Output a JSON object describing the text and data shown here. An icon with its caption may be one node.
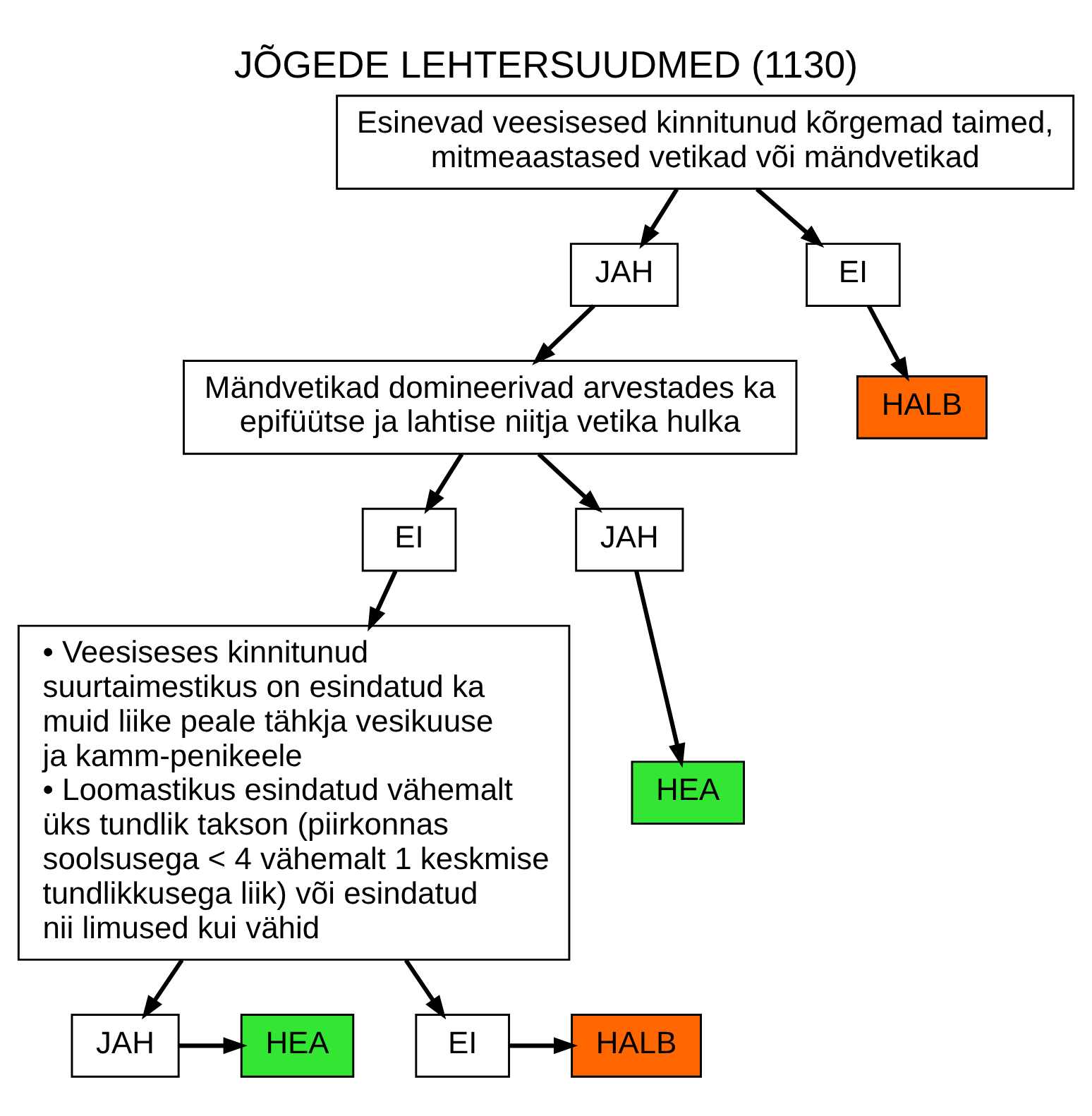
{
  "diagram": {
    "title": "JÕGEDE LEHTERSUUDMED (1130)",
    "nodes": [
      {
        "text": [
          "Esinevad veesisesed kinnitunud kõrgemad taimed, mitmeaastased vetikad või mändvetikad"
        ]
      },
      {
        "text": [
          "JAH"
        ]
      },
      {
        "text": [
          "EI"
        ]
      },
      {
        "text": [
          "Mändvetikad domineerivad arvestades ka epifüütse ja lahtise niitja vetika hulka"
        ]
      },
      {
        "text": [
          "HALB"
        ]
      },
      {
        "text": [
          "EI"
        ]
      },
      {
        "text": [
          "JAH"
        ]
      },
      {
        "text": [
          "HEA"
        ]
      },
      {
        "text": [
          "• Veesiseses kinnitunud suurtaimestikus on esindatud ka muid liike peale tähkja vesikuuse ja kamm-penikeele",
          "• Loomastikus esindatud vähemalt üks tundlik takson (piirkonnas soolsusega < 4 vähemalt 1 keskmise tundlikkusega liik) või esindatud nii limused kui vähid"
        ]
      },
      {
        "text": [
          "JAH"
        ]
      },
      {
        "text": [
          "HEA"
        ]
      },
      {
        "text": [
          "EI"
        ]
      },
      {
        "text": [
          "HALB"
        ]
      }
    ],
    "edges": [
      {
        "from": 0,
        "to": 1,
        "arrow": "to"
      },
      {
        "from": 1,
        "to": 3,
        "arrow": "to"
      },
      {
        "from": 0,
        "to": 2,
        "arrow": "to"
      },
      {
        "from": 2,
        "to": 4,
        "arrow": "to"
      },
      {
        "from": 3,
        "to": 5,
        "arrow": "to"
      },
      {
        "from": 5,
        "to": 8,
        "arrow": "to"
      },
      {
        "from": 3,
        "to": 6,
        "arrow": "to"
      },
      {
        "from": 6,
        "to": 7,
        "arrow": "to"
      },
      {
        "from": 8,
        "to": 9,
        "arrow": "to"
      },
      {
        "from": 9,
        "to": 10,
        "arrow": "to"
      },
      {
        "from": 8,
        "to": 11,
        "arrow": "to"
      },
      {
        "from": 11,
        "to": 12,
        "arrow": "to"
      }
    ]
  }
}
